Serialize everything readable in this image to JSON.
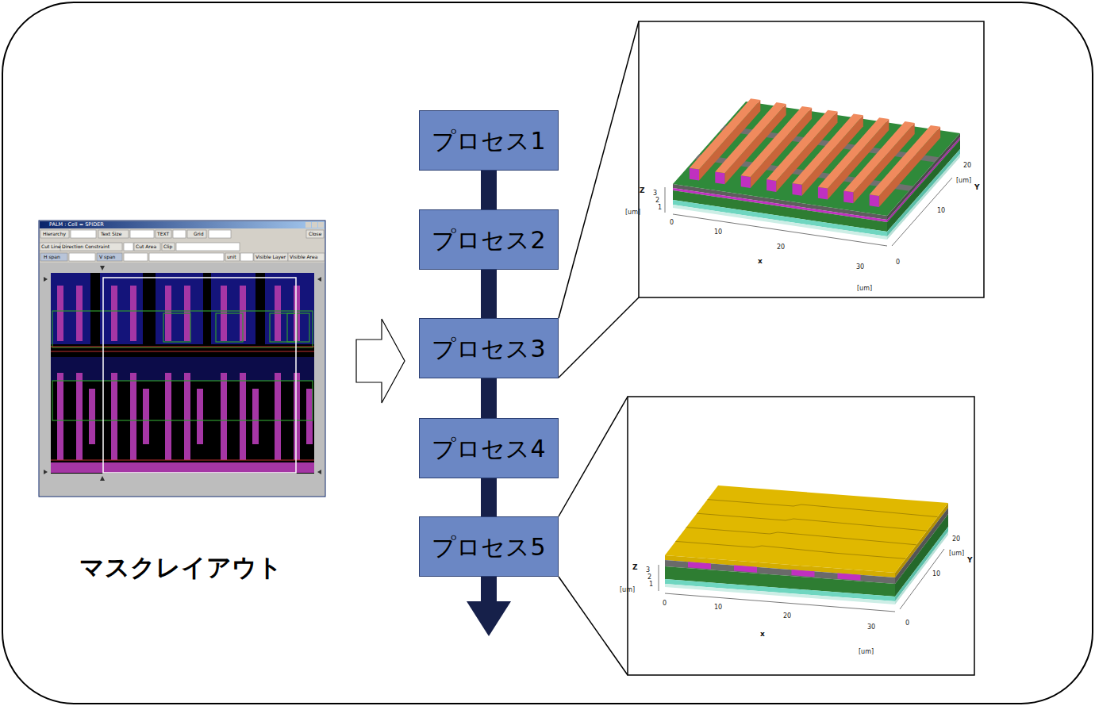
{
  "diagram": {
    "nodes": [
      {
        "text": [
          "プロセス1"
        ]
      },
      {
        "text": [
          "プロセス2"
        ]
      },
      {
        "text": [
          "プロセス3"
        ]
      },
      {
        "text": [
          "プロセス4"
        ]
      },
      {
        "text": [
          "プロセス5"
        ]
      }
    ],
    "edges": [
      {
        "from": 0,
        "to": 1,
        "arrow": "none"
      },
      {
        "from": 1,
        "to": 2,
        "arrow": "none"
      },
      {
        "from": 2,
        "to": 3,
        "arrow": "none"
      },
      {
        "from": 3,
        "to": 4,
        "arrow": "none"
      }
    ],
    "labels": [
      "マスクレイアウト",
      "PALM : Cell = SPIDER",
      "Hierarchy",
      "Text Size",
      "TEXT",
      "Grid",
      "Close",
      "Cut Line",
      "Direction Constraint",
      "Cut Area",
      "Clip",
      "H span",
      "V span",
      "unit",
      "Visible Layer",
      "Visible Area",
      "Z",
      "3",
      "2",
      "1",
      "[um]",
      "0",
      "10",
      "20",
      "30",
      "x",
      "[um]",
      "0",
      "10",
      "20",
      "[um]",
      "Y",
      "Z",
      "3",
      "2",
      "1",
      "[um]",
      "0",
      "10",
      "20",
      "30",
      "x",
      "[um]",
      "0",
      "10",
      "20",
      "[um]",
      "Y"
    ]
  }
}
